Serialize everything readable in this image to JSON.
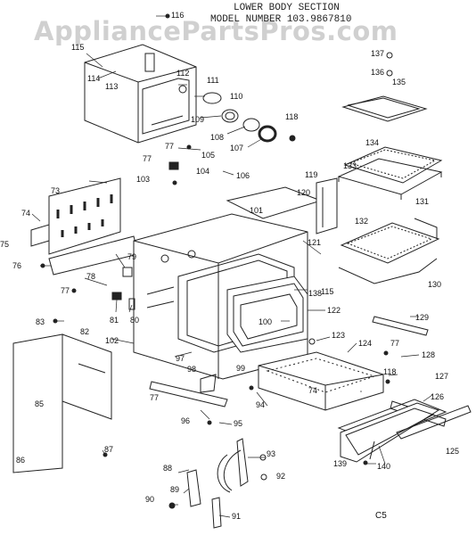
{
  "watermark": "AppliancePartsPros.com",
  "title": {
    "line1": "LOWER BODY SECTION",
    "line2": "MODEL NUMBER 103.9867810"
  },
  "page_code": "C5",
  "callouts": [
    {
      "id": "c116",
      "text": "116"
    },
    {
      "id": "c115",
      "text": "115"
    },
    {
      "id": "c114",
      "text": "114"
    },
    {
      "id": "c113",
      "text": "113"
    },
    {
      "id": "c112",
      "text": "112"
    },
    {
      "id": "c111",
      "text": "111"
    },
    {
      "id": "c110",
      "text": "110"
    },
    {
      "id": "c109",
      "text": "109"
    },
    {
      "id": "c108",
      "text": "108"
    },
    {
      "id": "c107",
      "text": "107"
    },
    {
      "id": "c118a",
      "text": "118"
    },
    {
      "id": "c137",
      "text": "137"
    },
    {
      "id": "c136",
      "text": "136"
    },
    {
      "id": "c135",
      "text": "135"
    },
    {
      "id": "c134",
      "text": "134"
    },
    {
      "id": "c133",
      "text": "133"
    },
    {
      "id": "c132",
      "text": "132"
    },
    {
      "id": "c131",
      "text": "131"
    },
    {
      "id": "c130",
      "text": "130"
    },
    {
      "id": "c77a",
      "text": "77"
    },
    {
      "id": "c105",
      "text": "105"
    },
    {
      "id": "c77b",
      "text": "77"
    },
    {
      "id": "c104",
      "text": "104"
    },
    {
      "id": "c103",
      "text": "103"
    },
    {
      "id": "c106",
      "text": "106"
    },
    {
      "id": "c119",
      "text": "119"
    },
    {
      "id": "c120",
      "text": "120"
    },
    {
      "id": "c101",
      "text": "101"
    },
    {
      "id": "c121",
      "text": "121"
    },
    {
      "id": "c73",
      "text": "73"
    },
    {
      "id": "c74a",
      "text": "74"
    },
    {
      "id": "c75",
      "text": "75"
    },
    {
      "id": "c76",
      "text": "76"
    },
    {
      "id": "c79",
      "text": "79"
    },
    {
      "id": "c78",
      "text": "78"
    },
    {
      "id": "c77c",
      "text": "77"
    },
    {
      "id": "c81",
      "text": "81"
    },
    {
      "id": "c80",
      "text": "80"
    },
    {
      "id": "c138",
      "text": "138"
    },
    {
      "id": "c115b",
      "text": "115"
    },
    {
      "id": "c122",
      "text": "122"
    },
    {
      "id": "c100",
      "text": "100"
    },
    {
      "id": "c129",
      "text": "129"
    },
    {
      "id": "c83",
      "text": "83"
    },
    {
      "id": "c82",
      "text": "82"
    },
    {
      "id": "c102",
      "text": "102"
    },
    {
      "id": "c123",
      "text": "123"
    },
    {
      "id": "c124",
      "text": "124"
    },
    {
      "id": "c97",
      "text": "97"
    },
    {
      "id": "c77d",
      "text": "77"
    },
    {
      "id": "c128",
      "text": "128"
    },
    {
      "id": "c98",
      "text": "98"
    },
    {
      "id": "c99",
      "text": "99"
    },
    {
      "id": "c118b",
      "text": "118"
    },
    {
      "id": "c127",
      "text": "127"
    },
    {
      "id": "c74b",
      "text": "74"
    },
    {
      "id": "c126",
      "text": "126"
    },
    {
      "id": "c85",
      "text": "85"
    },
    {
      "id": "c77e",
      "text": "77"
    },
    {
      "id": "c94",
      "text": "94"
    },
    {
      "id": "c96",
      "text": "96"
    },
    {
      "id": "c95",
      "text": "95"
    },
    {
      "id": "c125",
      "text": "125"
    },
    {
      "id": "c87",
      "text": "87"
    },
    {
      "id": "c86",
      "text": "86"
    },
    {
      "id": "c139",
      "text": "139"
    },
    {
      "id": "c140",
      "text": "140"
    },
    {
      "id": "c93",
      "text": "93"
    },
    {
      "id": "c88",
      "text": "88"
    },
    {
      "id": "c92",
      "text": "92"
    },
    {
      "id": "c89",
      "text": "89"
    },
    {
      "id": "c90",
      "text": "90"
    },
    {
      "id": "c91",
      "text": "91"
    }
  ]
}
